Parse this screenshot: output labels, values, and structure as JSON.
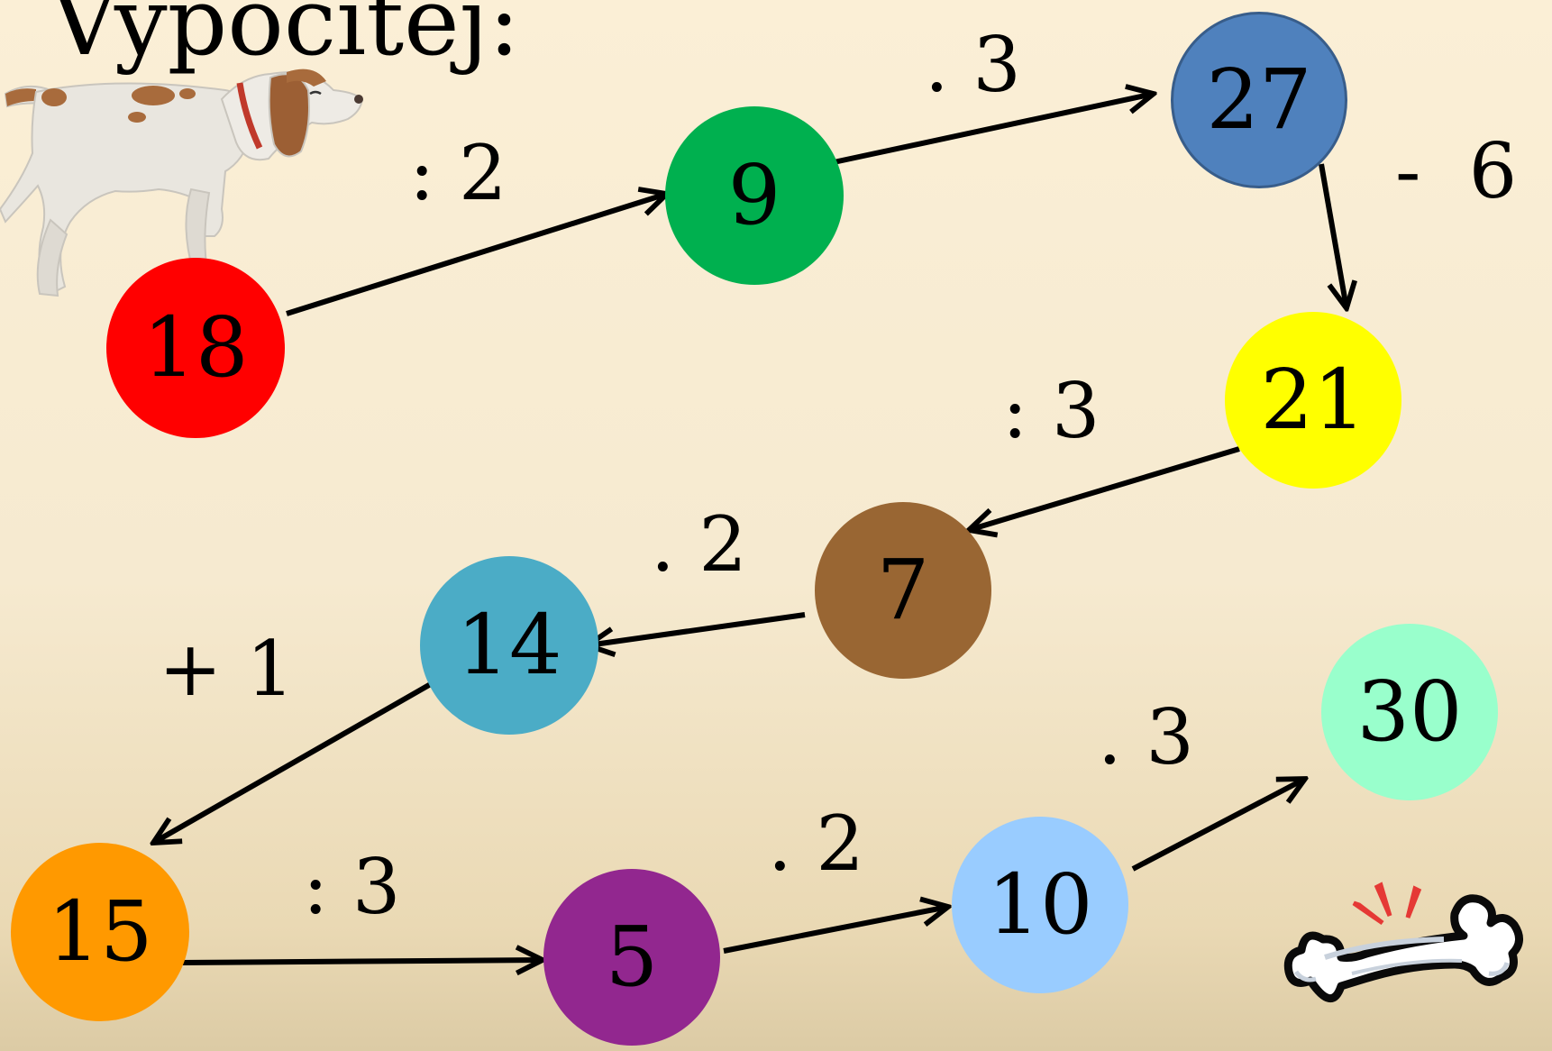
{
  "title": "Vypočítej:",
  "nodes": {
    "n18": {
      "label": "18",
      "color": "#ff0000"
    },
    "n9": {
      "label": "9",
      "color": "#00b04f"
    },
    "n27": {
      "label": "27",
      "color": "#4f81bd"
    },
    "n21": {
      "label": "21",
      "color": "#ffff00"
    },
    "n7": {
      "label": "7",
      "color": "#996633"
    },
    "n14": {
      "label": "14",
      "color": "#4bacc6"
    },
    "n15": {
      "label": "15",
      "color": "#ff9900"
    },
    "n5": {
      "label": "5",
      "color": "#92278f"
    },
    "n10": {
      "label": "10",
      "color": "#99ccff"
    },
    "n30": {
      "label": "30",
      "color": "#99ffcc"
    }
  },
  "operations": {
    "op18to9": ": 2",
    "op9to27": ". 3",
    "op27to21": "-  6",
    "op21to7": ": 3",
    "op7to14": ". 2",
    "op14to15": "+ 1",
    "op15to5": ": 3",
    "op5to10": ". 2",
    "op10to30": ". 3"
  },
  "illustrations": {
    "dog": "dog-illustration",
    "bone": "bone-illustration"
  }
}
